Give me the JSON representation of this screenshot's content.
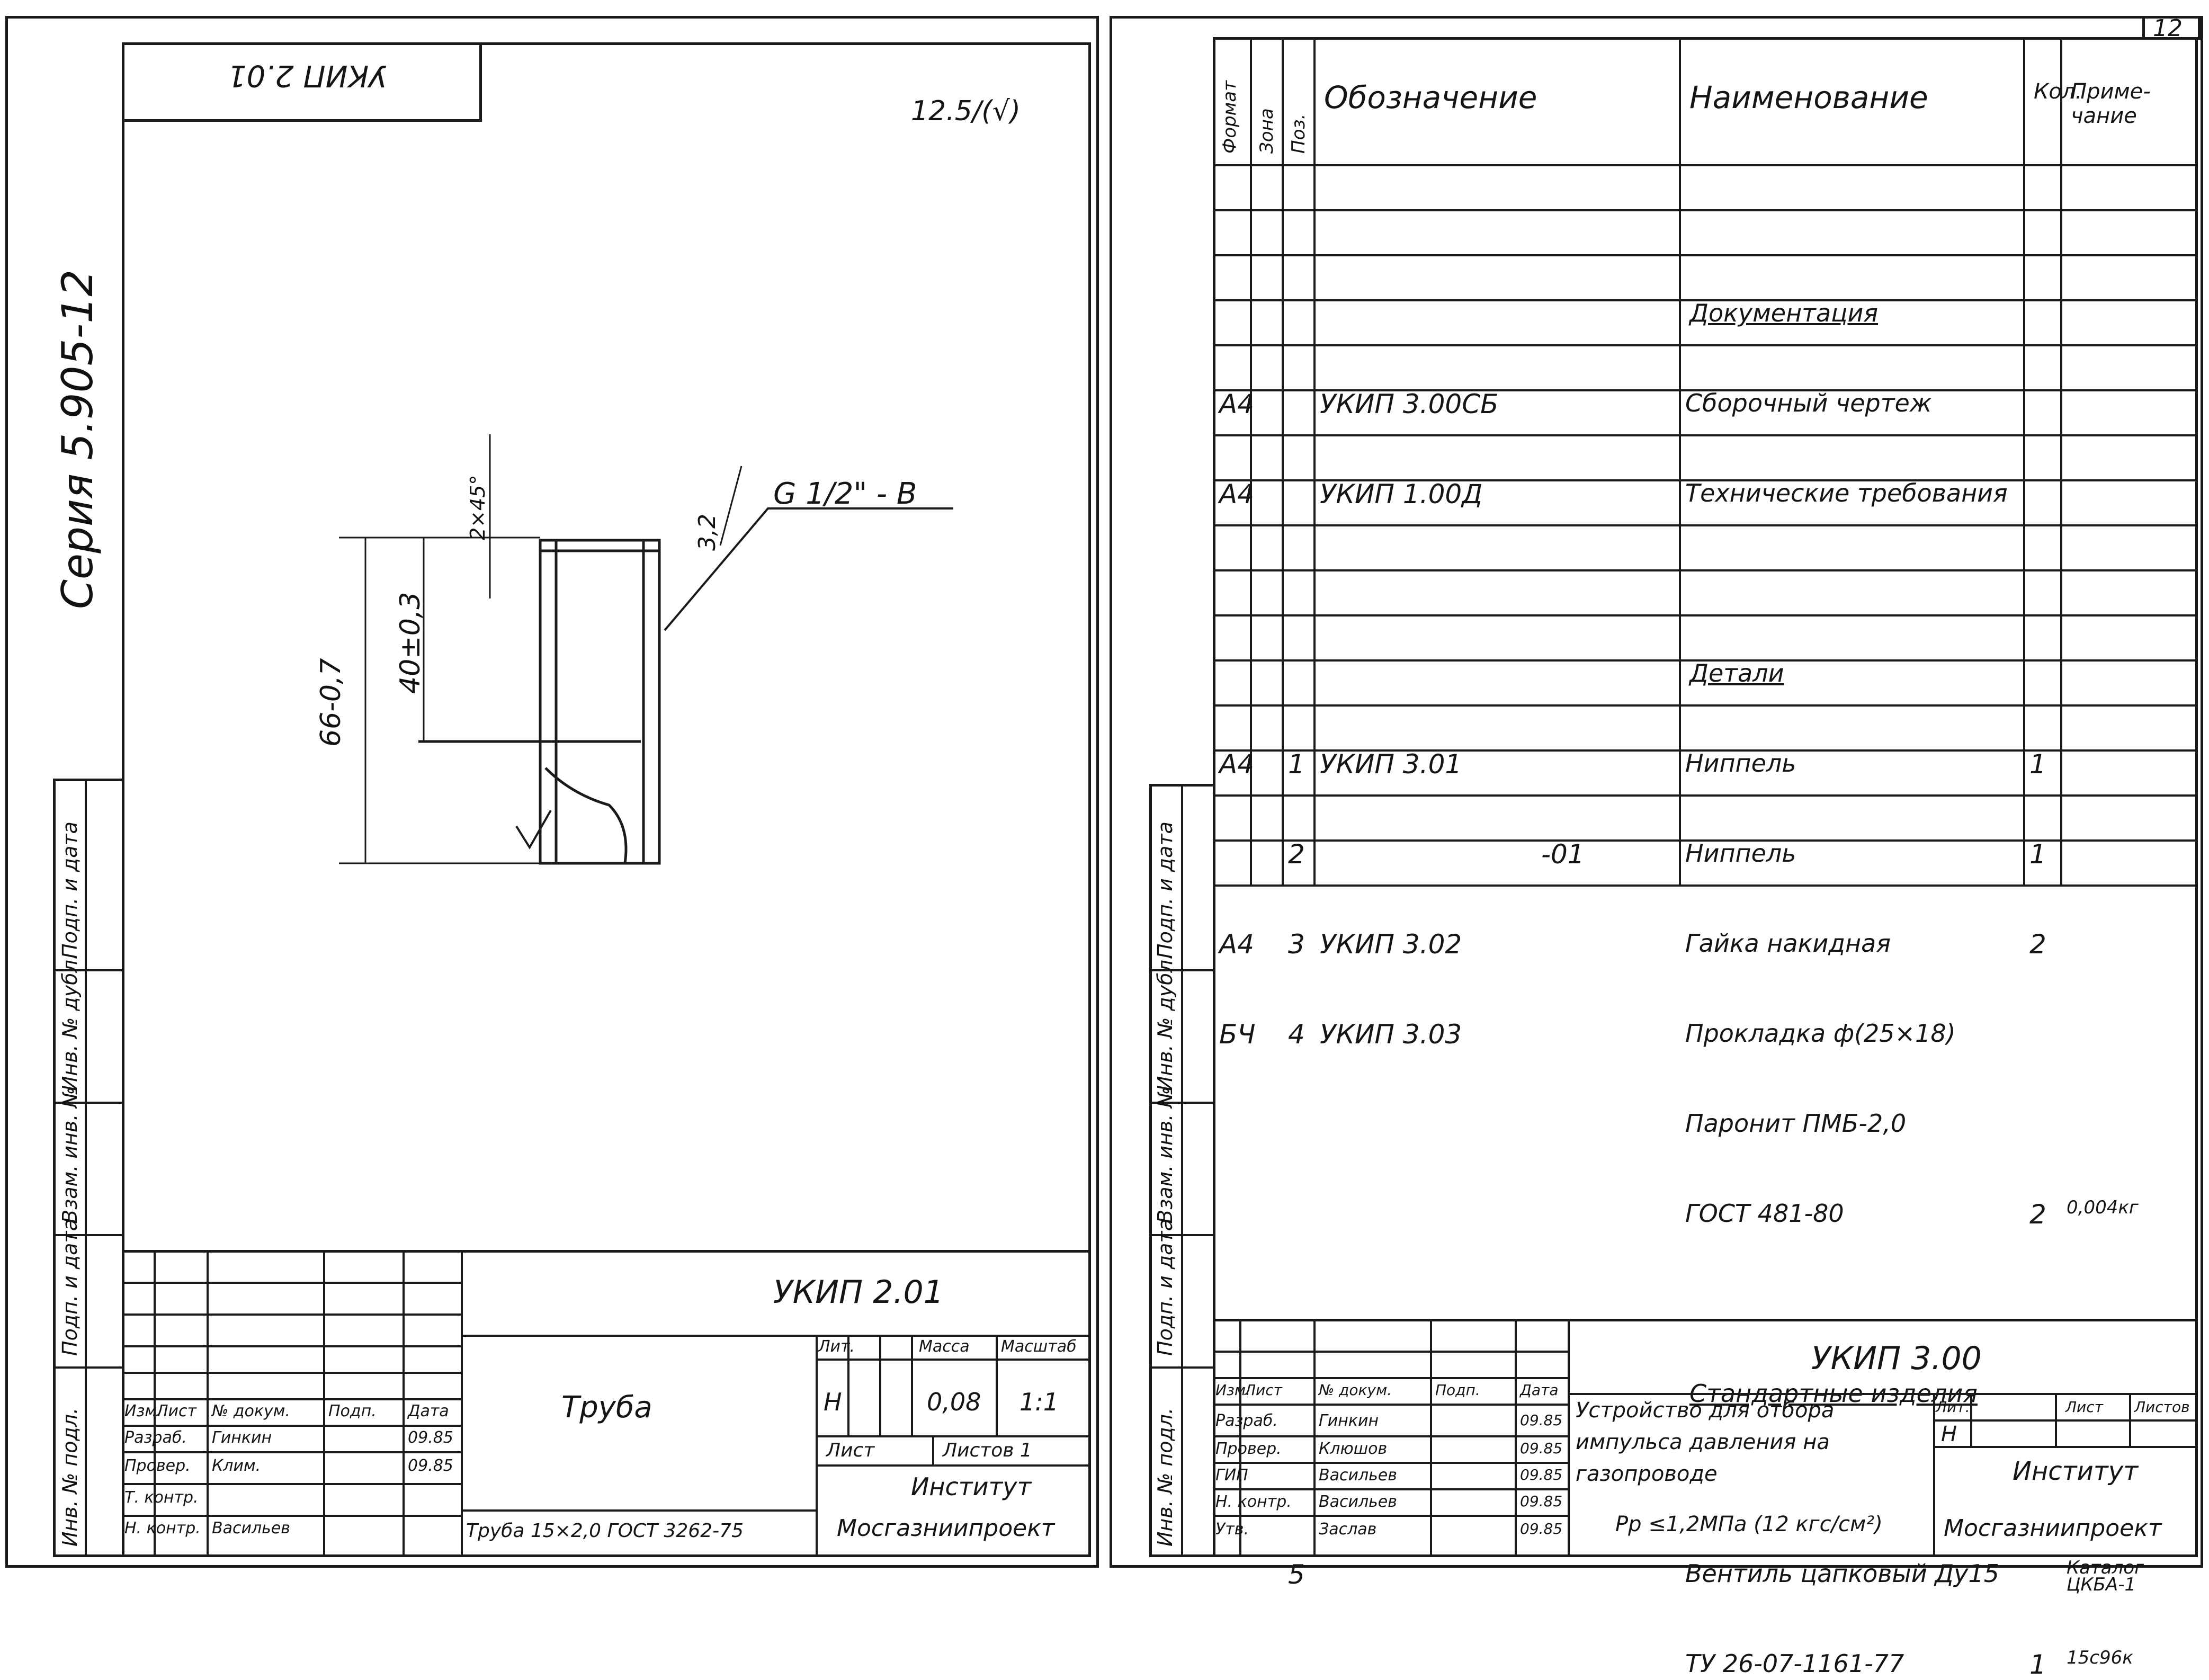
{
  "left_sheet": {
    "top_label": "УКИП 2.01",
    "roughness": "12.5/(√)",
    "series": "Серия 5.905-12",
    "dimensions": {
      "thread": "G 1/2\" - B",
      "roughness_surface": "3,2",
      "length_total": "66-0,7",
      "length_thread": "40±0,3",
      "chamfer": "2×45°"
    },
    "side_labels": [
      "Инв. № подл.",
      "Подп. и дата",
      "Взам. инв. №",
      "Инв. № дубл.",
      "Подп. и дата"
    ],
    "title_block": {
      "code": "УКИП 2.01",
      "name": "Труба",
      "material": "Труба 15×2,0 ГОСТ 3262-75",
      "lit_header": "Лит.",
      "mass_header": "Масса",
      "scale_header": "Масштаб",
      "lit": "Н",
      "mass": "0,08",
      "scale": "1:1",
      "sheet_label": "Лист",
      "sheets_label": "Листов 1",
      "org1": "Институт",
      "org2": "Мосгазниипроект",
      "cols": [
        "Изм.",
        "Лист",
        "№ докум.",
        "Подп.",
        "Дата"
      ],
      "rows": [
        [
          "Разраб.",
          "Гинкин",
          "",
          "09.85"
        ],
        [
          "Провер.",
          "Клим.",
          "",
          "09.85"
        ],
        [
          "Т. контр.",
          "",
          "",
          ""
        ],
        [
          "Н. контр.",
          "Васильев",
          "",
          ""
        ]
      ]
    }
  },
  "right_sheet": {
    "sheet_number": "12",
    "headers": [
      "Формат",
      "Зона",
      "Поз.",
      "Обозначение",
      "Наименование",
      "Кол.",
      "Приме-чание"
    ],
    "rows": [
      {
        "fmt": "",
        "pos": "",
        "code": "",
        "name": "Документация",
        "qty": "",
        "note": "",
        "section": true
      },
      {
        "fmt": "А4",
        "pos": "",
        "code": "УКИП 3.00СБ",
        "name": "Сборочный чертеж",
        "qty": "",
        "note": ""
      },
      {
        "fmt": "А4",
        "pos": "",
        "code": "УКИП 1.00Д",
        "name": "Технические требования",
        "qty": "",
        "note": ""
      },
      {
        "fmt": "",
        "pos": "",
        "code": "",
        "name": "",
        "qty": "",
        "note": ""
      },
      {
        "fmt": "",
        "pos": "",
        "code": "",
        "name": "Детали",
        "qty": "",
        "note": "",
        "section": true
      },
      {
        "fmt": "А4",
        "pos": "1",
        "code": "УКИП 3.01",
        "name": "Ниппель",
        "qty": "1",
        "note": ""
      },
      {
        "fmt": "",
        "pos": "2",
        "code": "-01",
        "name": "Ниппель",
        "qty": "1",
        "note": ""
      },
      {
        "fmt": "А4",
        "pos": "3",
        "code": "УКИП 3.02",
        "name": "Гайка накидная",
        "qty": "2",
        "note": ""
      },
      {
        "fmt": "БЧ",
        "pos": "4",
        "code": "УКИП 3.03",
        "name": "Прокладка ф(25×18)",
        "qty": "",
        "note": ""
      },
      {
        "fmt": "",
        "pos": "",
        "code": "",
        "name": "Паронит ПМБ-2,0",
        "qty": "",
        "note": ""
      },
      {
        "fmt": "",
        "pos": "",
        "code": "",
        "name": "ГОСТ 481-80",
        "qty": "2",
        "note": "0,004кг"
      },
      {
        "fmt": "",
        "pos": "",
        "code": "",
        "name": "",
        "qty": "",
        "note": ""
      },
      {
        "fmt": "",
        "pos": "",
        "code": "",
        "name": "Стандартные изделия",
        "qty": "",
        "note": "",
        "section": true
      },
      {
        "fmt": "",
        "pos": "",
        "code": "",
        "name": "",
        "qty": "",
        "note": ""
      },
      {
        "fmt": "",
        "pos": "5",
        "code": "",
        "name": "Вентиль цапковый Ду15",
        "qty": "",
        "note": "Каталог ЦКБА-1"
      },
      {
        "fmt": "",
        "pos": "",
        "code": "",
        "name": "ТУ 26-07-1161-77",
        "qty": "1",
        "note": "15с96к"
      }
    ],
    "side_labels": [
      "Инв. № подл.",
      "Подп. и дата",
      "Взам. инв. №",
      "Инв. № дубл.",
      "Подп. и дата"
    ],
    "title_block": {
      "code": "УКИП 3.00",
      "name_line1": "Устройство для отбора",
      "name_line2": "импульса давления на",
      "name_line3": "газопроводе",
      "name_line4": "Рр ≤1,2МПа (12 кгс/см²)",
      "lit_header": "Лит.",
      "sheet_header": "Лист",
      "sheets_header": "Листов",
      "lit": "Н",
      "org1": "Институт",
      "org2": "Мосгазниипроект",
      "cols": [
        "Изм.",
        "Лист",
        "№ докум.",
        "Подп.",
        "Дата"
      ],
      "rows": [
        [
          "Разраб.",
          "Гинкин",
          "",
          "09.85"
        ],
        [
          "Провер.",
          "Клюшов",
          "",
          "09.85"
        ],
        [
          "ГИП",
          "Васильев",
          "",
          "09.85"
        ],
        [
          "Н. контр.",
          "Васильев",
          "",
          "09.85"
        ],
        [
          "Утв.",
          "Заслав",
          "",
          "09.85"
        ]
      ]
    }
  }
}
